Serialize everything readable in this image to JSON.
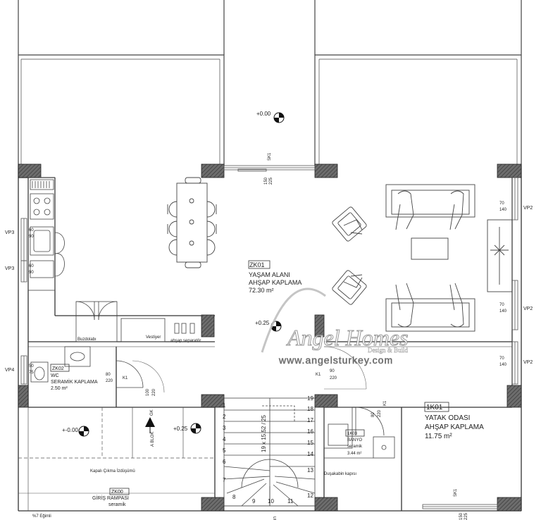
{
  "rooms": {
    "living": {
      "code": "ZK01",
      "name": "YAŞAM ALANI",
      "floor": "AHŞAP KAPLAMA",
      "area": "72.30 m²"
    },
    "wc": {
      "code": "ZK02",
      "name": "WC",
      "floor": "SERAMİK KAPLAMA",
      "area": "2.50 m²"
    },
    "bedroom": {
      "code": "1K01",
      "name": "YATAK ODASI",
      "floor": "AHŞAP KAPLAMA",
      "area": "11.75 m²"
    },
    "bath": {
      "code": "1K03",
      "name": "BANYO",
      "floor": "seramik",
      "area": "3.44 m²"
    },
    "ramp": {
      "code": "ZK00",
      "name": "GİRİŞ RAMPASI",
      "floor": "seramik"
    }
  },
  "levels": {
    "terrace": "+0.00",
    "living": "+0.25",
    "entrance": "+0.25",
    "outside": "+-0.00"
  },
  "labels": {
    "fridge": "Buzdolabı",
    "wardrobe": "Vestiyer",
    "separator": "ahşap separatör",
    "canopy": "Kapalı Çıkma İzdüşümü",
    "slope": "%7 Eğimli",
    "shower": "Duşakabin kapısı",
    "stairs": "19 x 15.52 / 25",
    "up": "UP",
    "block": "A BLOK",
    "entry": "GK"
  },
  "windows": {
    "vp2a": {
      "tag": "VP2",
      "w": "70",
      "h": "140"
    },
    "vp2b": {
      "tag": "VP2",
      "w": "70",
      "h": "140"
    },
    "vp2c": {
      "tag": "VP2",
      "w": "70",
      "h": "140"
    },
    "vp3a": {
      "tag": "VP3",
      "w": "60",
      "h": "90"
    },
    "vp3b": {
      "tag": "VP3",
      "w": "60",
      "h": "90"
    },
    "vp4": {
      "tag": "VP4",
      "w": "50",
      "h": "75"
    },
    "sk1a": {
      "tag": "SK1",
      "w": "150",
      "h": "225"
    },
    "sk1b": {
      "tag": "SK1",
      "w": "150",
      "h": "225"
    }
  },
  "doors": {
    "k1wc": {
      "tag": "K1",
      "w": "80",
      "h": "220"
    },
    "k1bed": {
      "tag": "K1",
      "w": "90",
      "h": "220"
    },
    "k1bath": {
      "tag": "K1",
      "w": "80",
      "h": "220"
    },
    "gk": {
      "w": "100",
      "h": "220"
    }
  },
  "steps": [
    "1",
    "2",
    "3",
    "4",
    "5",
    "6",
    "7",
    "8",
    "9",
    "10",
    "11",
    "12",
    "13",
    "14",
    "15",
    "16",
    "17",
    "18",
    "19"
  ],
  "watermark": {
    "brand": "Angel Homes",
    "tagline": "Design & Build",
    "url": "www.angelsturkey.com"
  }
}
